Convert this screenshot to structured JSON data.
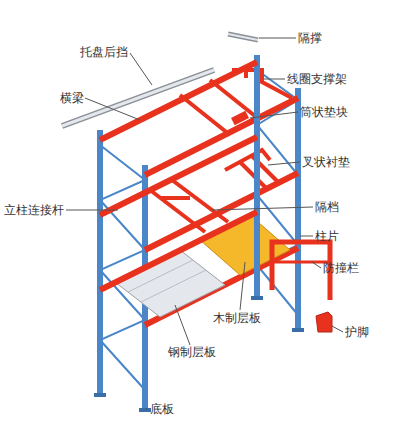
{
  "diagram": {
    "labels": [
      "隔撑",
      "托盘后挡",
      "线圈支撑架",
      "横梁",
      "筒状垫块",
      "叉状衬垫",
      "隔档",
      "立柱连接杆",
      "柱片",
      "防撞栏",
      "木制层板",
      "护脚",
      "钢制层板",
      "底板"
    ]
  }
}
